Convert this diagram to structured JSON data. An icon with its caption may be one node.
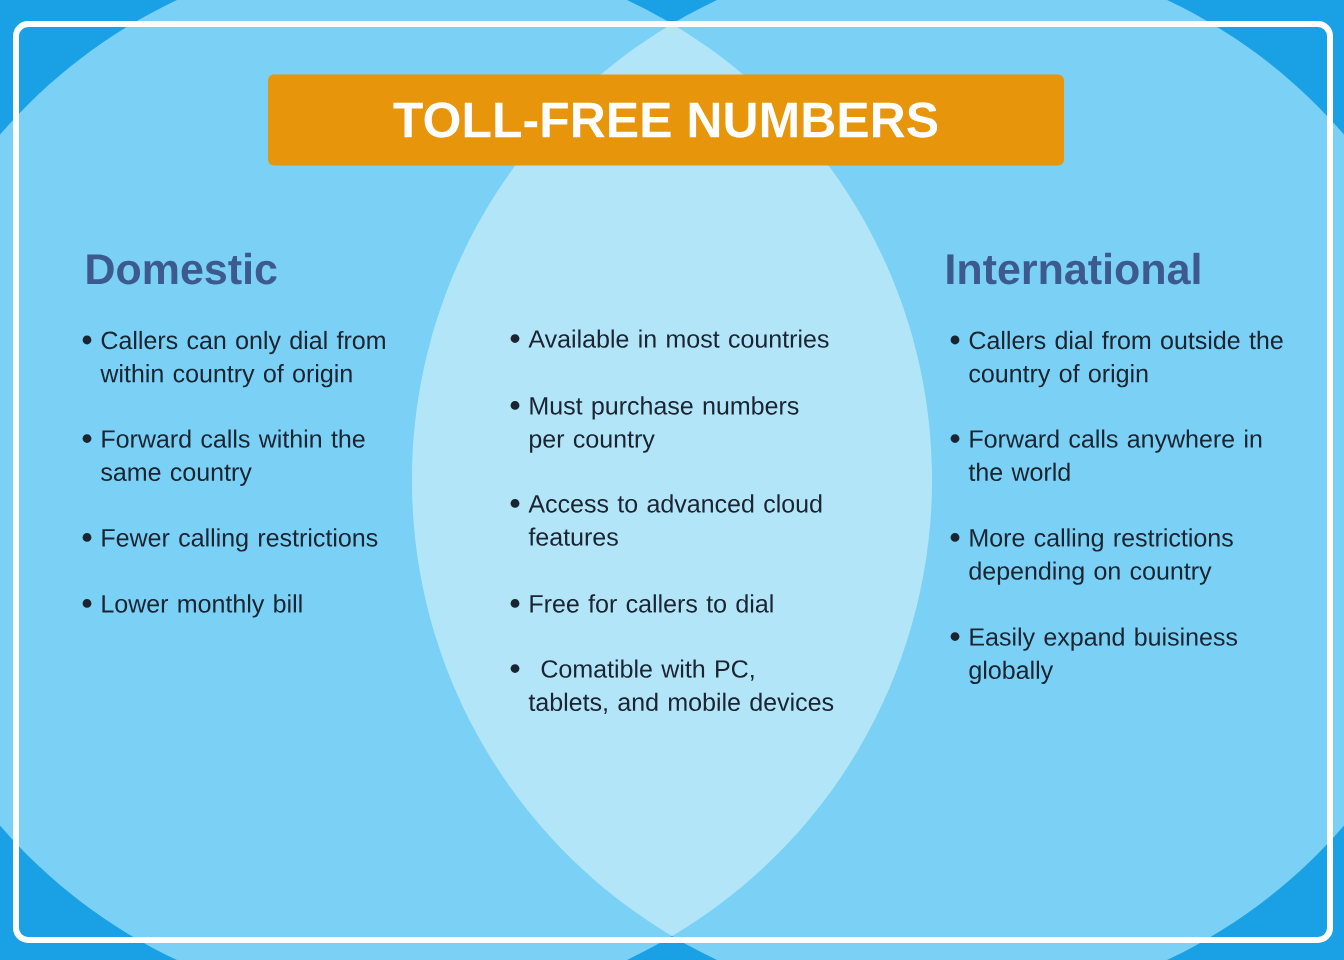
{
  "diagram": {
    "title": "TOLL-FREE NUMBERS",
    "nodes": [
      {
        "text": [
          "Domestic",
          "Callers can only dial from within country of origin",
          "Forward calls within the same country",
          "Fewer calling restrictions",
          "Lower monthly bill"
        ]
      },
      {
        "text": [
          "International",
          "Callers dial from outside the country of origin",
          "Forward calls anywhere in the world",
          "More calling restrictions depending on country",
          "Easily expand buisiness globally"
        ]
      },
      {
        "text": [
          "Available in most countries",
          "Must purchase numbers per country",
          "Access to advanced cloud features",
          "Free for callers to dial",
          "Comatible with PC, tablets, and mobile devices"
        ]
      }
    ]
  }
}
